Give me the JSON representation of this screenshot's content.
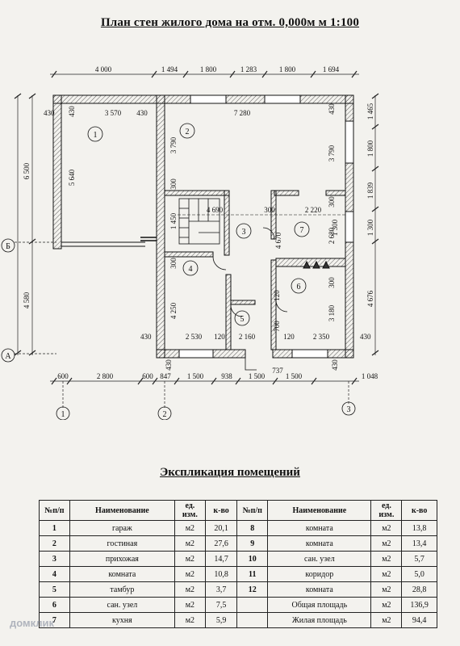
{
  "title": "План стен жилого дома на отм. 0,000м м 1:100",
  "plan": {
    "top_dims": [
      "4 000",
      "1 494",
      "1 800",
      "1 283",
      "1 800",
      "1 694"
    ],
    "bottom_dims": [
      "600",
      "2 800",
      "600",
      "847",
      "1 500",
      "938",
      "1 500",
      "1 500",
      "1 048"
    ],
    "left_dims": [
      "6 500",
      "4 580"
    ],
    "right_dims": [
      "1 465",
      "1 800",
      "1 839",
      "1 300",
      "4 676"
    ],
    "axes": [
      "1",
      "2",
      "3",
      "Б",
      "А"
    ],
    "room_numbers": [
      "1",
      "2",
      "3",
      "4",
      "5",
      "6",
      "7"
    ],
    "inner_dims": [
      "430",
      "430",
      "3 570",
      "430",
      "7 280",
      "430",
      "5 640",
      "3 790",
      "3 790",
      "300",
      "4 690",
      "300",
      "2 220",
      "1 450",
      "300",
      "4 670",
      "2 680",
      "1 300",
      "300",
      "4 250",
      "120",
      "700",
      "3 180",
      "300",
      "430",
      "2 530",
      "120",
      "2 160",
      "120",
      "2 350",
      "430",
      "430",
      "737",
      "430"
    ]
  },
  "explication": {
    "title": "Экспликация помещений",
    "headers": [
      "№п/п",
      "Наименование",
      "ед. изм.",
      "к-во",
      "№п/п",
      "Наименование",
      "ед. изм.",
      "к-во"
    ],
    "rows": [
      [
        "1",
        "гараж",
        "м2",
        "20,1",
        "8",
        "комната",
        "м2",
        "13,8"
      ],
      [
        "2",
        "гостиная",
        "м2",
        "27,6",
        "9",
        "комната",
        "м2",
        "13,4"
      ],
      [
        "3",
        "прихожая",
        "м2",
        "14,7",
        "10",
        "сан. узел",
        "м2",
        "5,7"
      ],
      [
        "4",
        "комната",
        "м2",
        "10,8",
        "11",
        "коридор",
        "м2",
        "5,0"
      ],
      [
        "5",
        "тамбур",
        "м2",
        "3,7",
        "12",
        "комната",
        "м2",
        "28,8"
      ],
      [
        "6",
        "сан. узел",
        "м2",
        "7,5",
        "",
        "Общая площадь",
        "м2",
        "136,9"
      ],
      [
        "7",
        "кухня",
        "м2",
        "5,9",
        "",
        "Жилая площадь",
        "м2",
        "94,4"
      ]
    ]
  },
  "watermark": "домклик"
}
